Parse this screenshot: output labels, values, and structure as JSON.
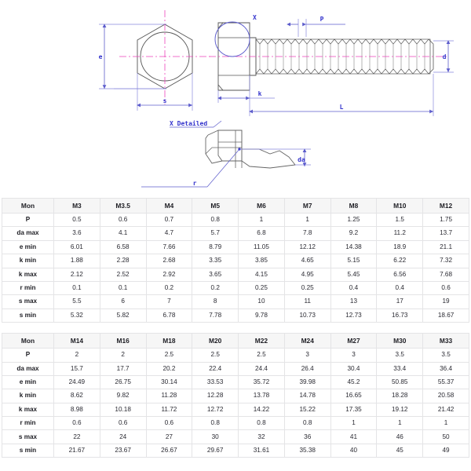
{
  "drawing": {
    "title_detail": "X Detailed",
    "labels": {
      "across_corners": "e",
      "across_flats": "s",
      "detail_marker": "X",
      "pitch": "P",
      "diameter": "d",
      "head_height": "k",
      "length": "L",
      "fillet_radius": "r",
      "under_head_dia": "da"
    },
    "colors": {
      "dimension_line": "#5c5ccc",
      "centerline": "#ee44bb",
      "part_outline": "#555555",
      "label_text": "#3333cc"
    }
  },
  "tables": [
    {
      "name": "metric-hex-bolt-small-sizes",
      "headers": [
        "Mon",
        "M3",
        "M3.5",
        "M4",
        "M5",
        "M6",
        "M7",
        "M8",
        "M10",
        "M12"
      ],
      "rows": [
        {
          "label": "P",
          "values": [
            "0.5",
            "0.6",
            "0.7",
            "0.8",
            "1",
            "1",
            "1.25",
            "1.5",
            "1.75"
          ]
        },
        {
          "label": "da max",
          "values": [
            "3.6",
            "4.1",
            "4.7",
            "5.7",
            "6.8",
            "7.8",
            "9.2",
            "11.2",
            "13.7"
          ]
        },
        {
          "label": "e min",
          "values": [
            "6.01",
            "6.58",
            "7.66",
            "8.79",
            "11.05",
            "12.12",
            "14.38",
            "18.9",
            "21.1"
          ]
        },
        {
          "label": "k min",
          "values": [
            "1.88",
            "2.28",
            "2.68",
            "3.35",
            "3.85",
            "4.65",
            "5.15",
            "6.22",
            "7.32"
          ]
        },
        {
          "label": "k max",
          "values": [
            "2.12",
            "2.52",
            "2.92",
            "3.65",
            "4.15",
            "4.95",
            "5.45",
            "6.56",
            "7.68"
          ]
        },
        {
          "label": "r min",
          "values": [
            "0.1",
            "0.1",
            "0.2",
            "0.2",
            "0.25",
            "0.25",
            "0.4",
            "0.4",
            "0.6"
          ]
        },
        {
          "label": "s max",
          "values": [
            "5.5",
            "6",
            "7",
            "8",
            "10",
            "11",
            "13",
            "17",
            "19"
          ]
        },
        {
          "label": "s min",
          "values": [
            "5.32",
            "5.82",
            "6.78",
            "7.78",
            "9.78",
            "10.73",
            "12.73",
            "16.73",
            "18.67"
          ]
        }
      ]
    },
    {
      "name": "metric-hex-bolt-large-sizes",
      "headers": [
        "Mon",
        "M14",
        "M16",
        "M18",
        "M20",
        "M22",
        "M24",
        "M27",
        "M30",
        "M33"
      ],
      "rows": [
        {
          "label": "P",
          "values": [
            "2",
            "2",
            "2.5",
            "2.5",
            "2.5",
            "3",
            "3",
            "3.5",
            "3.5"
          ]
        },
        {
          "label": "da max",
          "values": [
            "15.7",
            "17.7",
            "20.2",
            "22.4",
            "24.4",
            "26.4",
            "30.4",
            "33.4",
            "36.4"
          ]
        },
        {
          "label": "e min",
          "values": [
            "24.49",
            "26.75",
            "30.14",
            "33.53",
            "35.72",
            "39.98",
            "45.2",
            "50.85",
            "55.37"
          ]
        },
        {
          "label": "k min",
          "values": [
            "8.62",
            "9.82",
            "11.28",
            "12.28",
            "13.78",
            "14.78",
            "16.65",
            "18.28",
            "20.58"
          ]
        },
        {
          "label": "k max",
          "values": [
            "8.98",
            "10.18",
            "11.72",
            "12.72",
            "14.22",
            "15.22",
            "17.35",
            "19.12",
            "21.42"
          ]
        },
        {
          "label": "r min",
          "values": [
            "0.6",
            "0.6",
            "0.6",
            "0.8",
            "0.8",
            "0.8",
            "1",
            "1",
            "1"
          ]
        },
        {
          "label": "s max",
          "values": [
            "22",
            "24",
            "27",
            "30",
            "32",
            "36",
            "41",
            "46",
            "50"
          ]
        },
        {
          "label": "s min",
          "values": [
            "21.67",
            "23.67",
            "26.67",
            "29.67",
            "31.61",
            "35.38",
            "40",
            "45",
            "49"
          ]
        }
      ]
    }
  ]
}
